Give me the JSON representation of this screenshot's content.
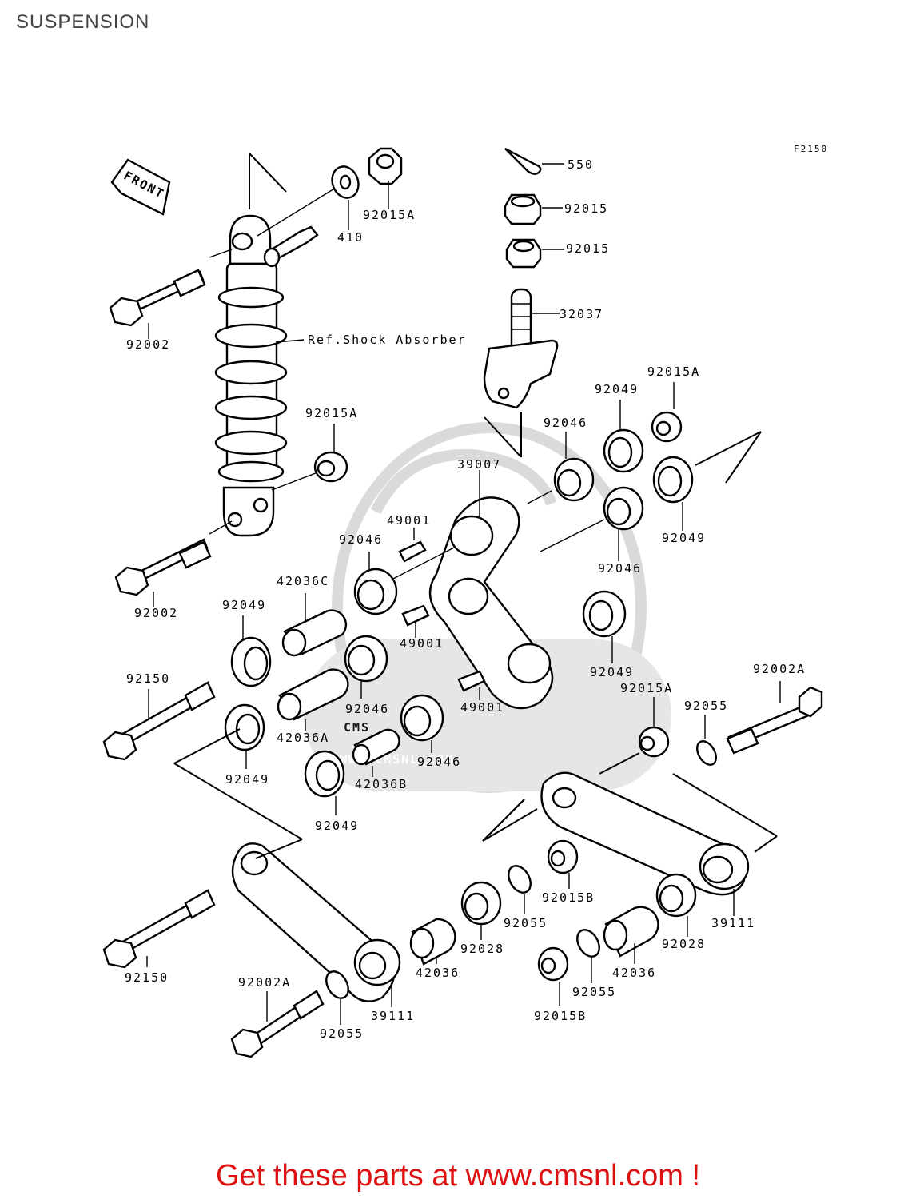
{
  "title": "SUSPENSION",
  "diagram_code": "F2150",
  "front_label": "FRONT",
  "ref_label": "Ref.Shock Absorber",
  "watermark": {
    "brand": "CMS",
    "url": "WWW.CMSNL.COM"
  },
  "footer": "Get these parts at www.cmsnl.com !",
  "part_labels": {
    "p550": "550",
    "p92015_top": "92015",
    "p92015_mid": "92015",
    "p32037": "32037",
    "p410": "410",
    "p92015A_top": "92015A",
    "p92002_top": "92002",
    "p92015A_right": "92015A",
    "p92049_right_top": "92049",
    "p92046_top": "92046",
    "p92015A_shock": "92015A",
    "p39007": "39007",
    "p49001_a": "49001",
    "p92049_right": "92049",
    "p92046_left": "92046",
    "p92046_right": "92046",
    "p42036C": "42036C",
    "p92002_mid": "92002",
    "p92049_left_top": "92049",
    "p49001_b": "49001",
    "p92049_right_low": "92049",
    "p92150_top": "92150",
    "p92002A_right": "92002A",
    "p92015A_low": "92015A",
    "p49001_c": "49001",
    "p92046_mid": "92046",
    "p92055_right": "92055",
    "p42036A": "42036A",
    "p92046_low": "92046",
    "p92049_left_low": "92049",
    "p42036B": "42036B",
    "p92049_bottom": "92049",
    "p92015B_a": "92015B",
    "p92055_mid": "92055",
    "p39111_right": "39111",
    "p92028_right": "92028",
    "p92028_left": "92028",
    "p42036_left": "42036",
    "p42036_right": "42036",
    "p92150_low": "92150",
    "p92002A_low": "92002A",
    "p92055_low": "92055",
    "p39111_left": "39111",
    "p92055_low2": "92055",
    "p92015B_b": "92015B"
  }
}
